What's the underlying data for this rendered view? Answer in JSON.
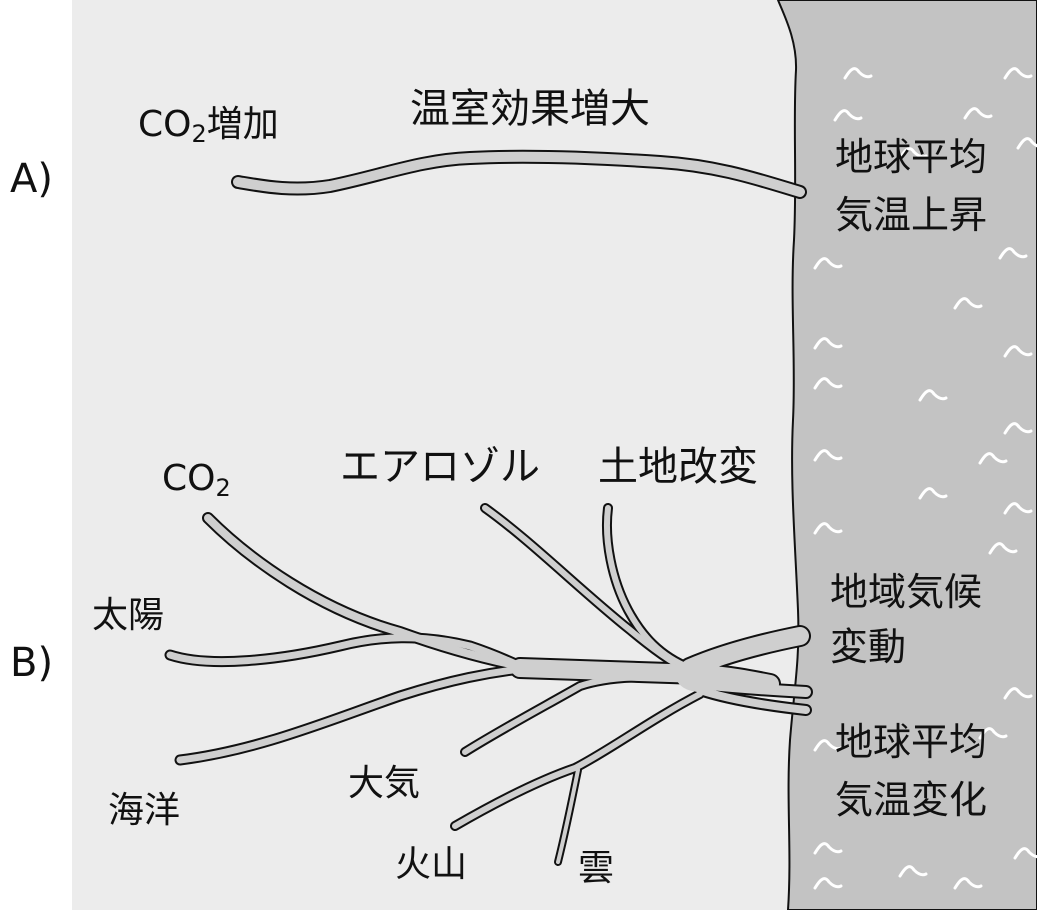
{
  "colors": {
    "land": "#ececec",
    "river": "#cfcfcf",
    "sea": "#c3c3c3",
    "outline": "#111111",
    "wave": "#ffffff"
  },
  "panel_a": {
    "label": "A)",
    "source_co2": "CO",
    "source_co2_sub": "2",
    "source_suffix": "増加",
    "mid_label": "温室効果増大",
    "outlet_line1": "地球平均",
    "outlet_line2": "気温上昇"
  },
  "panel_b": {
    "label": "B)",
    "co2": "CO",
    "co2_sub": "2",
    "sun": "太陽",
    "ocean": "海洋",
    "aerosol": "エアロゾル",
    "land_change": "土地改変",
    "atmosphere": "大気",
    "volcano": "火山",
    "cloud": "雲",
    "outlet_upper_line1": "地域気候",
    "outlet_upper_line2": "変動",
    "outlet_lower_line1": "地球平均",
    "outlet_lower_line2": "気温変化"
  },
  "icons": {
    "sea_waves": "wave-glyph"
  }
}
